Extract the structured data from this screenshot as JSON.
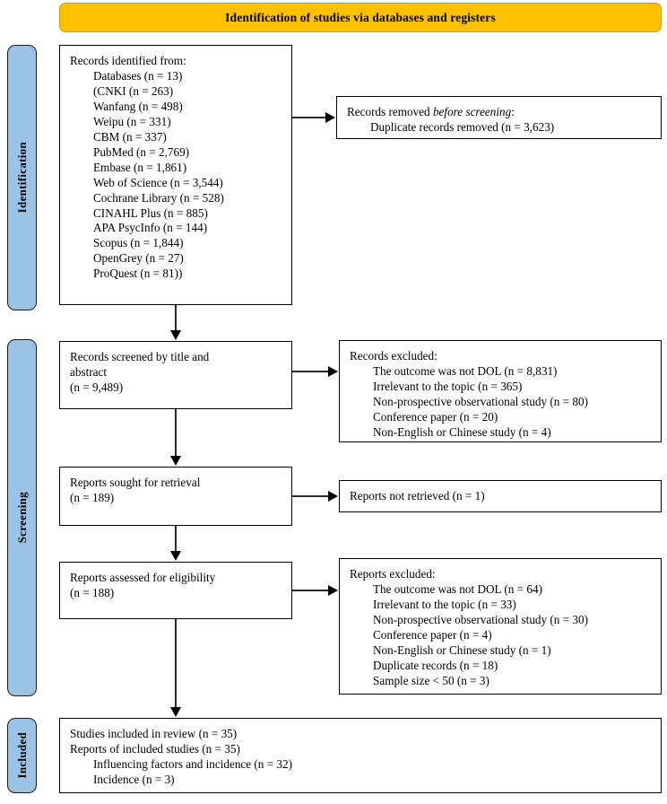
{
  "banner": {
    "title": "Identification of studies via databases and registers"
  },
  "phases": [
    {
      "id": "identification",
      "label": "Identification"
    },
    {
      "id": "screening",
      "label": "Screening"
    },
    {
      "id": "included",
      "label": "Included"
    }
  ],
  "boxes": {
    "identified": {
      "heading": "Records identified from:",
      "items": [
        "Databases (n = 13)",
        "(CNKI (n = 263)",
        "Wanfang (n = 498)",
        "Weipu (n = 331)",
        "CBM (n = 337)",
        "PubMed (n = 2,769)",
        "Embase (n = 1,861)",
        "Web of Science (n = 3,544)",
        "Cochrane Library (n = 528)",
        "CINAHL Plus (n = 885)",
        "APA PsycInfo (n = 144)",
        "Scopus (n = 1,844)",
        "OpenGrey (n = 27)",
        "ProQuest (n = 81))"
      ]
    },
    "removed": {
      "heading_pre": "Records removed ",
      "heading_em": "before screening",
      "heading_post": ":",
      "items": [
        "Duplicate records removed (n = 3,623)"
      ]
    },
    "screened": {
      "lines": [
        "Records screened by title and",
        "abstract",
        "(n = 9,489)"
      ]
    },
    "records_excluded": {
      "heading": "Records excluded:",
      "items": [
        "The outcome was not DOL (n = 8,831)",
        "Irrelevant to the topic (n = 365)",
        "Non-prospective observational study (n = 80)",
        "Conference paper (n = 20)",
        "Non-English or Chinese study (n = 4)"
      ]
    },
    "sought": {
      "lines": [
        "Reports sought for retrieval",
        "(n = 189)"
      ]
    },
    "not_retrieved": {
      "lines": [
        "Reports not retrieved (n = 1)"
      ]
    },
    "assessed": {
      "lines": [
        "Reports assessed for eligibility",
        "(n = 188)"
      ]
    },
    "reports_excluded": {
      "heading": "Reports excluded:",
      "items": [
        "The outcome was not DOL (n = 64)",
        "Irrelevant to the topic (n = 33)",
        "Non-prospective observational study (n = 30)",
        "Conference paper (n = 4)",
        "Non-English or Chinese study (n = 1)",
        "Duplicate records (n = 18)",
        "Sample size < 50 (n = 3)"
      ]
    },
    "included": {
      "lines": [
        "Studies included in review (n = 35)",
        "Reports of included studies (n = 35)"
      ],
      "items": [
        "Influencing factors and incidence (n = 32)",
        "Incidence (n = 3)"
      ]
    }
  },
  "colors": {
    "banner_fill": "#FFC000",
    "phase_fill": "#9CC3E5",
    "box_border": "#000000",
    "connector": "#2b2b2b",
    "text": "#000000"
  }
}
